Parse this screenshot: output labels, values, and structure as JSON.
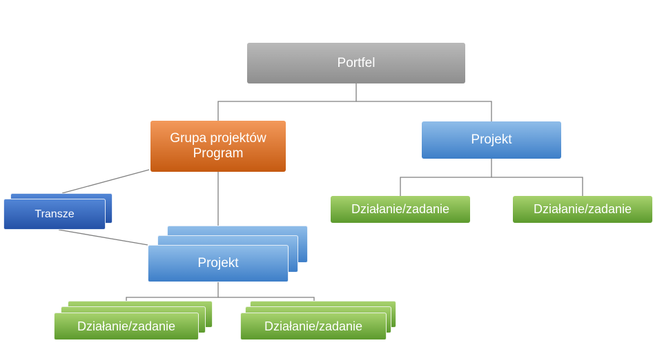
{
  "nodes": {
    "portfolio": "Portfel",
    "program_line1": "Grupa projektów",
    "program_line2": "Program",
    "project_right": "Projekt",
    "project_left": "Projekt",
    "tranches": "Transze",
    "task_right_1": "Działanie/zadanie",
    "task_right_2": "Działanie/zadanie",
    "task_left_1": "Działanie/zadanie",
    "task_left_2": "Działanie/zadanie"
  },
  "colors": {
    "portfolio": "#a6a6a6",
    "program": "#ed7d31",
    "project": "#5b9bd5",
    "tranches": "#2e5fbf",
    "task": "#70ad47",
    "connector": "#7f7f7f"
  }
}
